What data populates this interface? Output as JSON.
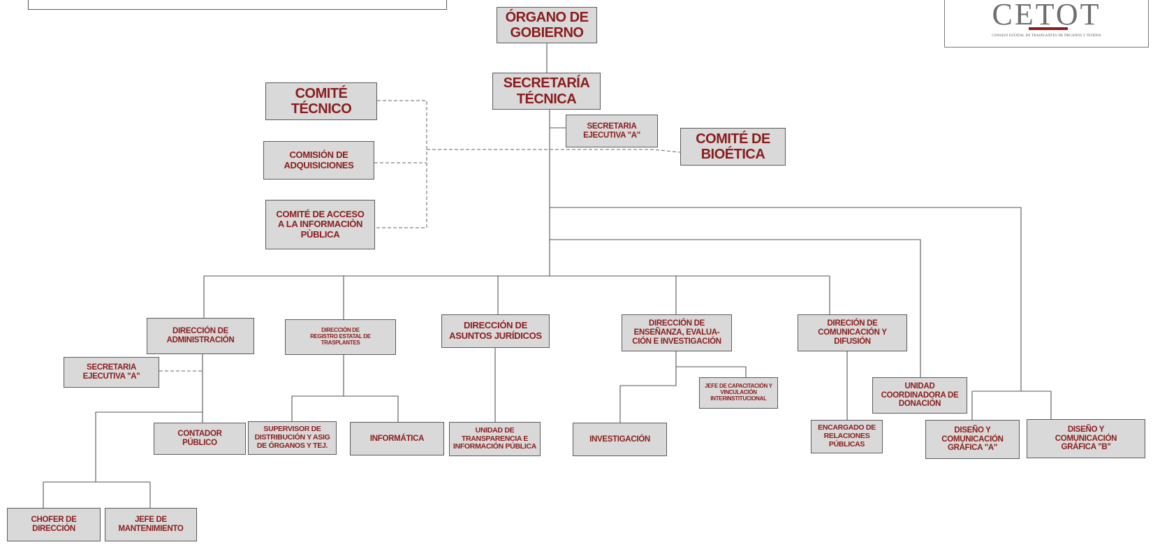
{
  "logo": {
    "acronym": "CETOT",
    "full_name": "CONSEJO ESTATAL DE TRASPLANTES DE ÓRGANOS Y TEJIDOS"
  },
  "org_chart": {
    "organo_gobierno": "ÓRGANO DE\nGOBIERNO",
    "secretaria_tecnica": "SECRETARÍA\nTÉCNICA",
    "secretaria_ejecutiva_top": "SECRETARIA\nEJECUTIVA \"A\"",
    "comite_bioetica": "COMITÉ DE\nBIOÉTICA",
    "comite_tecnico": "COMITÉ\nTÉCNICO",
    "comision_adquisiciones": "COMISIÓN DE\nADQUISICIONES",
    "comite_acceso_informacion": "COMITÉ DE ACCESO\nA LA INFORMACIÒN\nPÙBLICA",
    "direccion_administracion": "DIRECCIÓN DE\nADMINISTRACIÓN",
    "direccion_registro": "DIRECCIÓN DE\nREGISTRO ESTATAL DE\nTRASPLANTES",
    "direccion_juridicos": "DIRECCIÓN DE\nASUNTOS  JURÍDICOS",
    "direccion_ensenanza": "DIRECCIÓN DE\nENSEÑANZA, EVALUA-\nCIÓN E INVESTIGACIÓN",
    "direccion_comunicacion": "DIRECIÓN DE\nCOMUNICACIÓN Y\nDIFUSIÓN",
    "unidad_coordinadora": "UNIDAD\nCOORDINADORA DE\nDONACIÓN",
    "secretaria_ejecutiva_admin": "SECRETARIA\nEJECUTIVA  \"A\"",
    "contador_publico": "CONTADOR\nPÚBLICO",
    "chofer_direccion": "CHOFER DE\nDIRECCIÓN",
    "jefe_mantenimiento": "JEFE DE\nMANTENIMIENTO",
    "supervisor_distribucion": "SUPERVISOR DE\nDISTRIBUCIÓN Y ASIG\nDE ÓRGANOS Y TEJ.",
    "informatica": "INFORMÁTICA",
    "unidad_transparencia": "UNIDAD DE\nTRANSPARENCIA E\nINFORMACIÓN PÚBLICA",
    "jefe_capacitacion": "JEFE DE CAPACITACIÓN Y\nVINCULACIÓN\nINTERINSTITUCIONAL",
    "investigacion": "INVESTIGACIÓN",
    "encargado_relaciones": "ENCARGADO DE\nRELACIONES\nPÚBLICAS",
    "diseno_a": "DISEÑO Y\nCOMUNICACIÓN\nGRÁFICA \"A\"",
    "diseno_b": "DISEÑO Y\nCOMUNICACIÓN\nGRÁFICA \"B\""
  },
  "colors": {
    "box_fill": "#d9d9d9",
    "box_text": "#8b1c1c",
    "line": "#555555"
  }
}
